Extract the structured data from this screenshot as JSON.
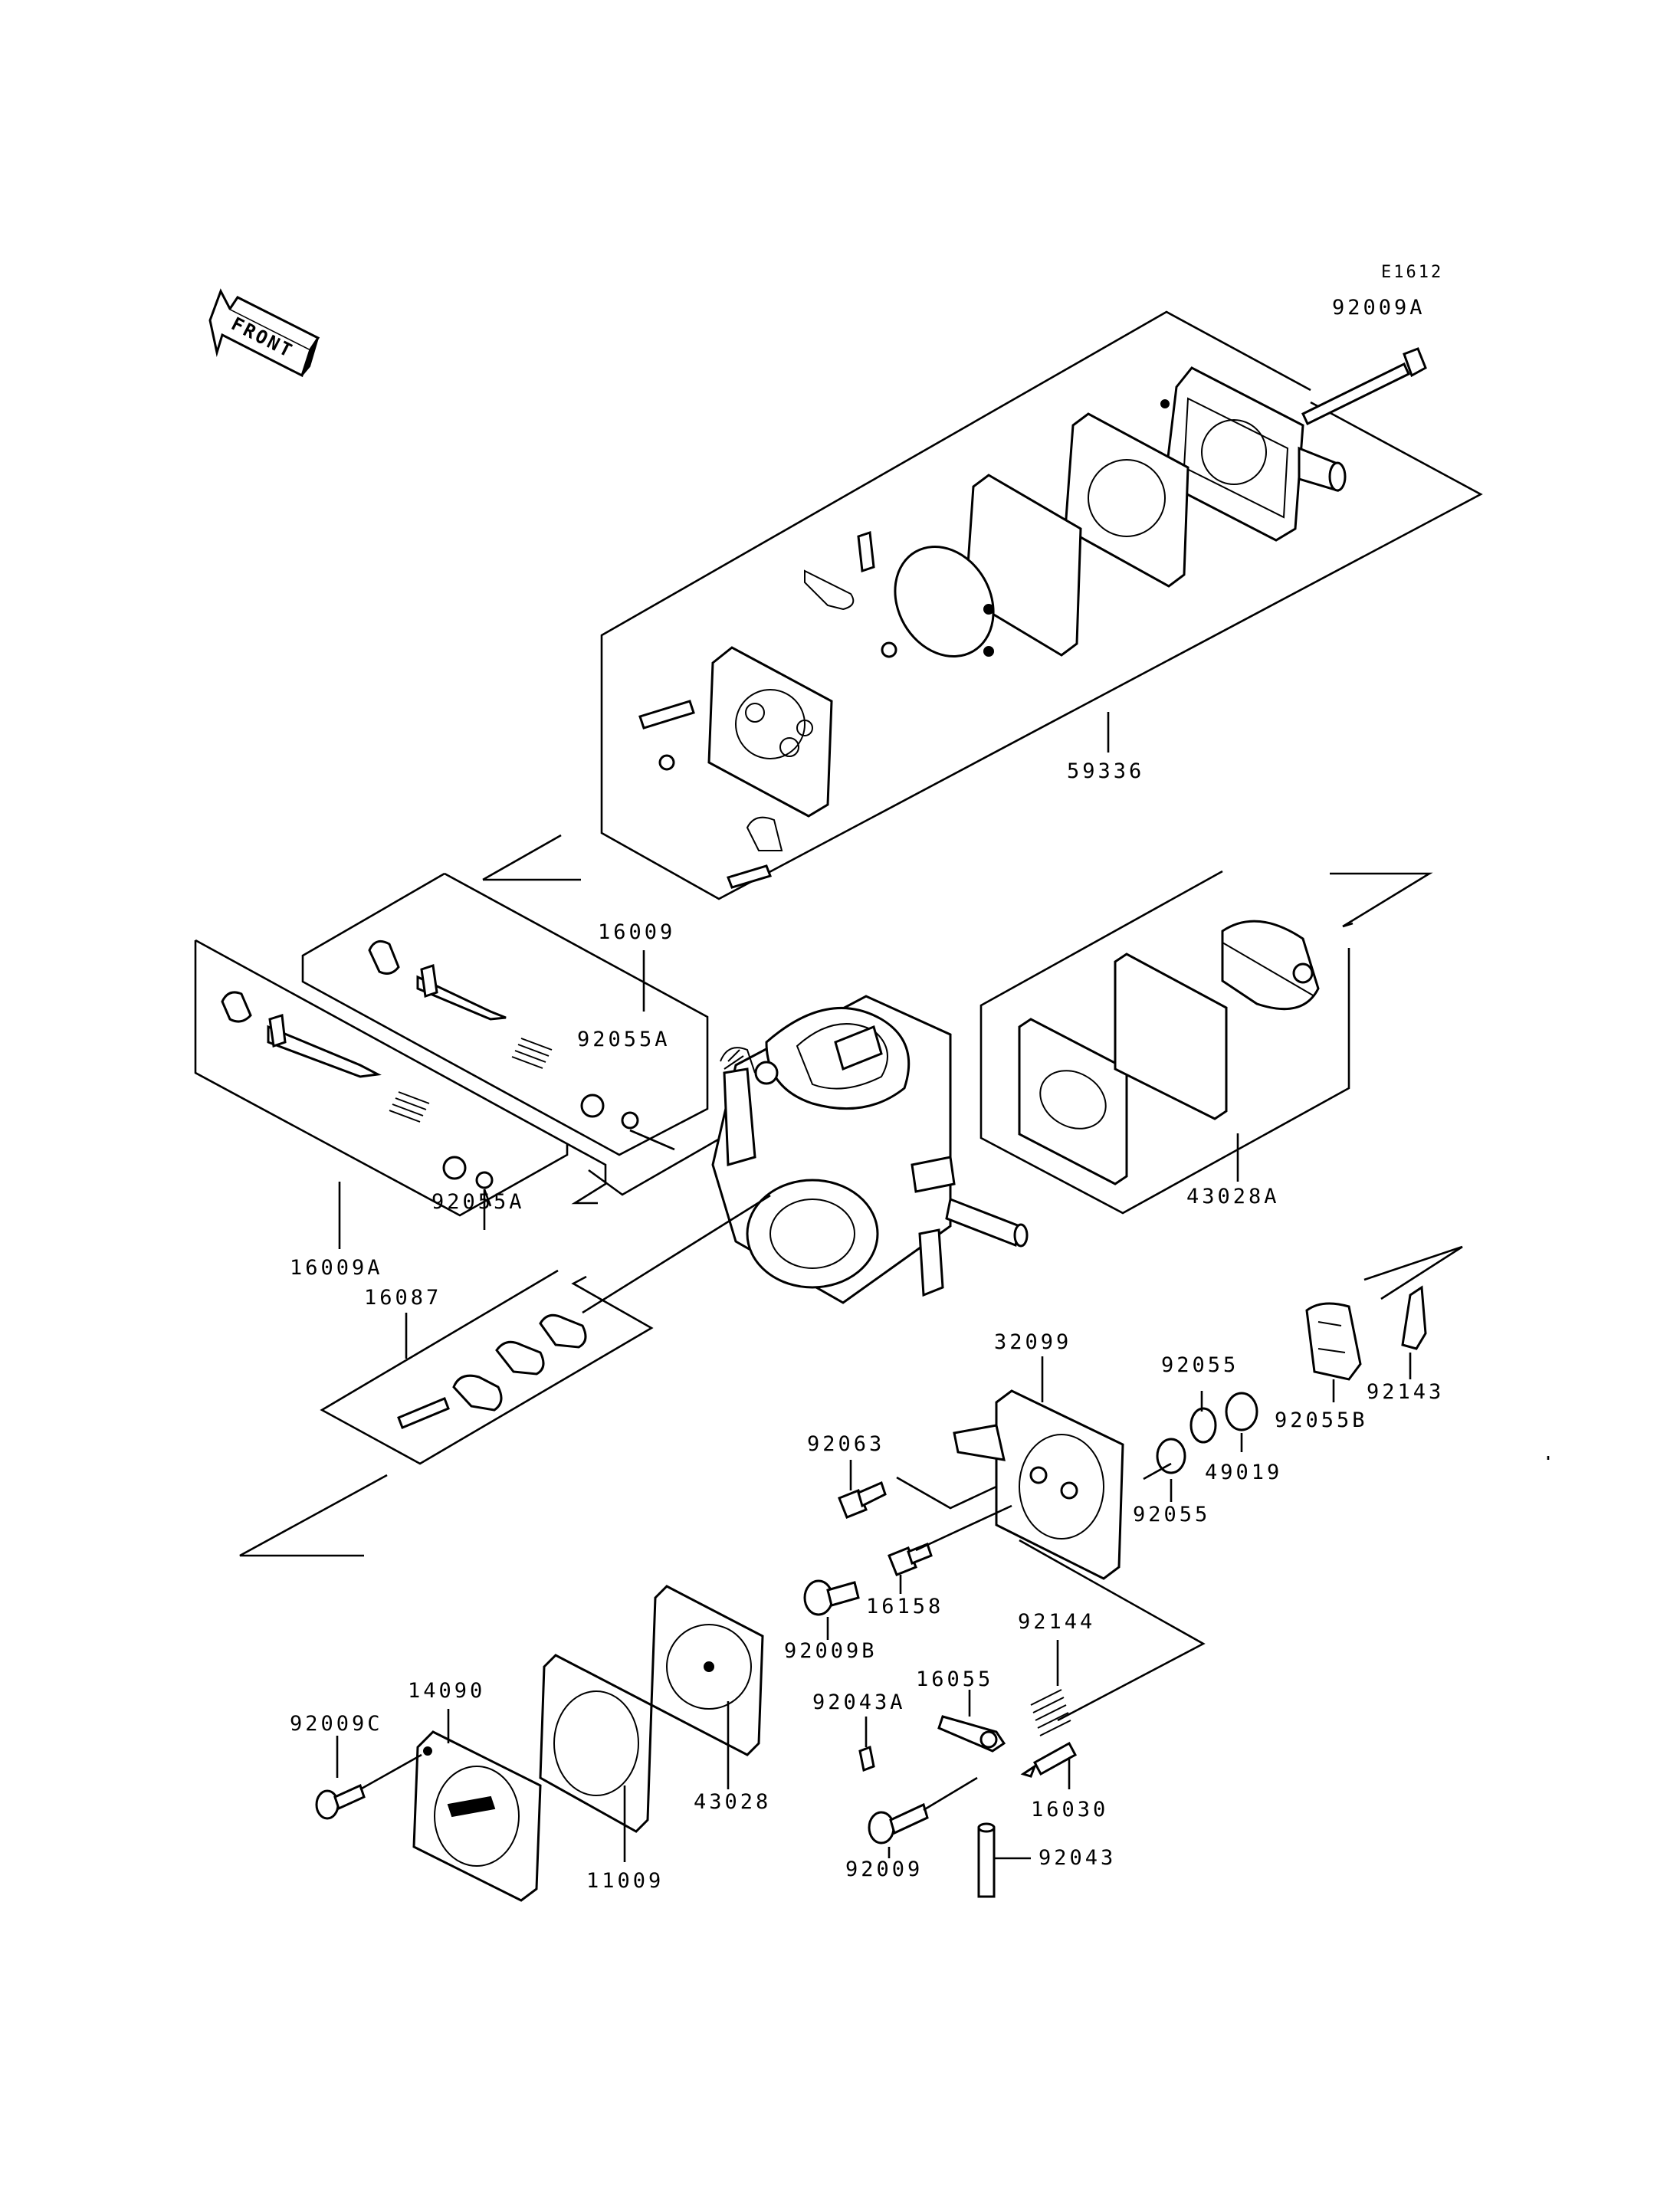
{
  "diagram": {
    "figure_code": "E1612",
    "front_label": "FRONT",
    "parts": [
      {
        "id": "p-92009a",
        "number": "92009A"
      },
      {
        "id": "p-59336",
        "number": "59336"
      },
      {
        "id": "p-16009",
        "number": "16009"
      },
      {
        "id": "p-92055a-upper",
        "number": "92055A"
      },
      {
        "id": "p-92055a-lower",
        "number": "92055A"
      },
      {
        "id": "p-16009a",
        "number": "16009A"
      },
      {
        "id": "p-43028a",
        "number": "43028A"
      },
      {
        "id": "p-16087",
        "number": "16087"
      },
      {
        "id": "p-32099",
        "number": "32099"
      },
      {
        "id": "p-92055-upper",
        "number": "92055"
      },
      {
        "id": "p-92055b",
        "number": "92055B"
      },
      {
        "id": "p-92143",
        "number": "92143"
      },
      {
        "id": "p-92063",
        "number": "92063"
      },
      {
        "id": "p-49019",
        "number": "49019"
      },
      {
        "id": "p-92055-lower",
        "number": "92055"
      },
      {
        "id": "p-16158",
        "number": "16158"
      },
      {
        "id": "p-92009b",
        "number": "92009B"
      },
      {
        "id": "p-92144",
        "number": "92144"
      },
      {
        "id": "p-14090",
        "number": "14090"
      },
      {
        "id": "p-16055",
        "number": "16055"
      },
      {
        "id": "p-92043a",
        "number": "92043A"
      },
      {
        "id": "p-92009c",
        "number": "92009C"
      },
      {
        "id": "p-43028",
        "number": "43028"
      },
      {
        "id": "p-16030",
        "number": "16030"
      },
      {
        "id": "p-11009",
        "number": "11009"
      },
      {
        "id": "p-92009",
        "number": "92009"
      },
      {
        "id": "p-92043",
        "number": "92043"
      }
    ]
  }
}
